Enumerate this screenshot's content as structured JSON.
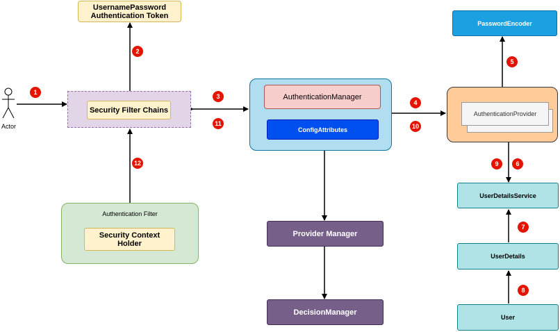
{
  "nodes": {
    "token": "UsernamePassword\nAuthentication Token",
    "filter_chains": "Security Filter Chains",
    "auth_filter": "Authentication Filter",
    "security_context": "Security Context\nHolder",
    "auth_manager": "AuthenticationManager",
    "config_attributes": "ConfigAttributes",
    "provider_manager": "Provider Manager",
    "decision_manager": "DecisionManager",
    "password_encoder": "PasswordEncoder",
    "auth_provider": "AuthenticationProvider",
    "user_details_service": "UserDetailsService",
    "user_details": "UserDetails",
    "user": "User",
    "actor": "Actor"
  },
  "steps": [
    "1",
    "2",
    "3",
    "4",
    "5",
    "6",
    "7",
    "8",
    "9",
    "10",
    "11",
    "12"
  ],
  "colors": {
    "badge": "#e51400",
    "token_fill": "#fff2cc",
    "filter_group_fill": "#e1d5e7",
    "auth_filter_fill": "#d5e8d4",
    "manager_group_fill": "#b1ddf0",
    "auth_manager_fill": "#f8cecc",
    "config_fill": "#0050ef",
    "purple_fill": "#76608a",
    "encoder_fill": "#1ba1e2",
    "provider_group_fill": "#ffcc99",
    "cyan_fill": "#b0e3e6"
  }
}
